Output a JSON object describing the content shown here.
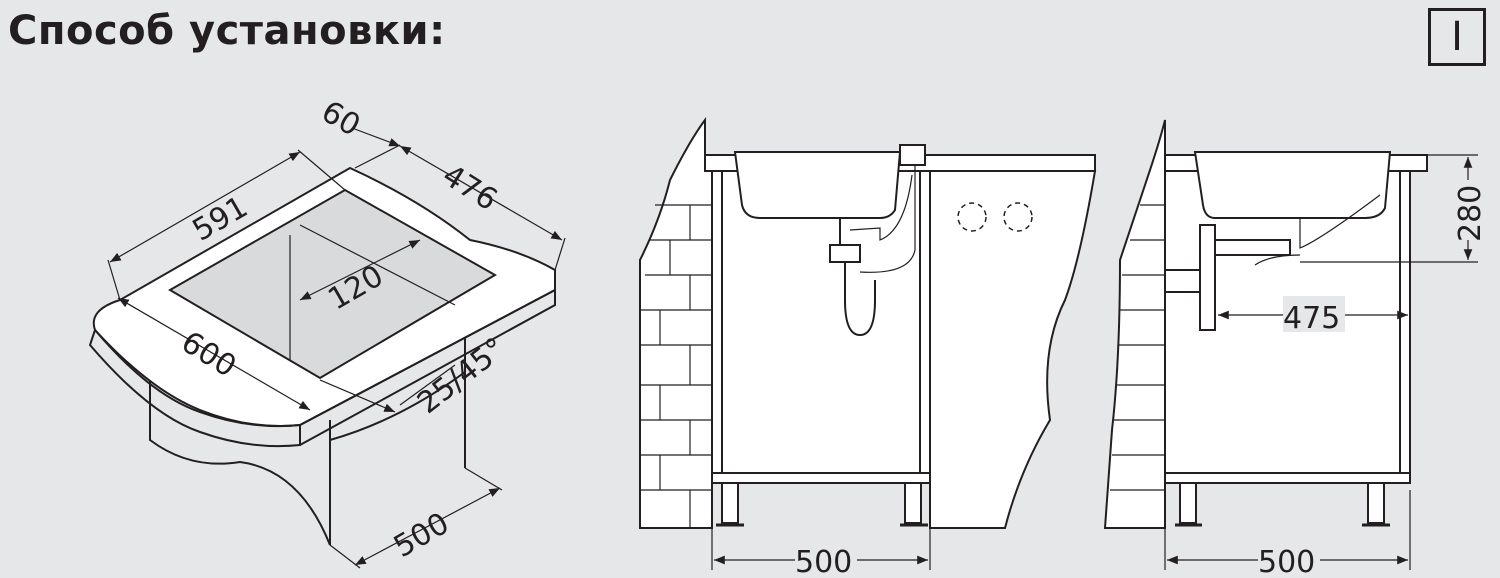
{
  "title": "Способ установки:",
  "badge": "I",
  "dimensions": {
    "isometric": {
      "d591": "591",
      "d60": "60",
      "d476": "476",
      "d120": "120",
      "d600": "600",
      "d_angle": "25/45°",
      "d500": "500"
    },
    "front_view": {
      "d500": "500"
    },
    "side_view": {
      "d280": "280",
      "d475": "475",
      "d500": "500"
    }
  }
}
